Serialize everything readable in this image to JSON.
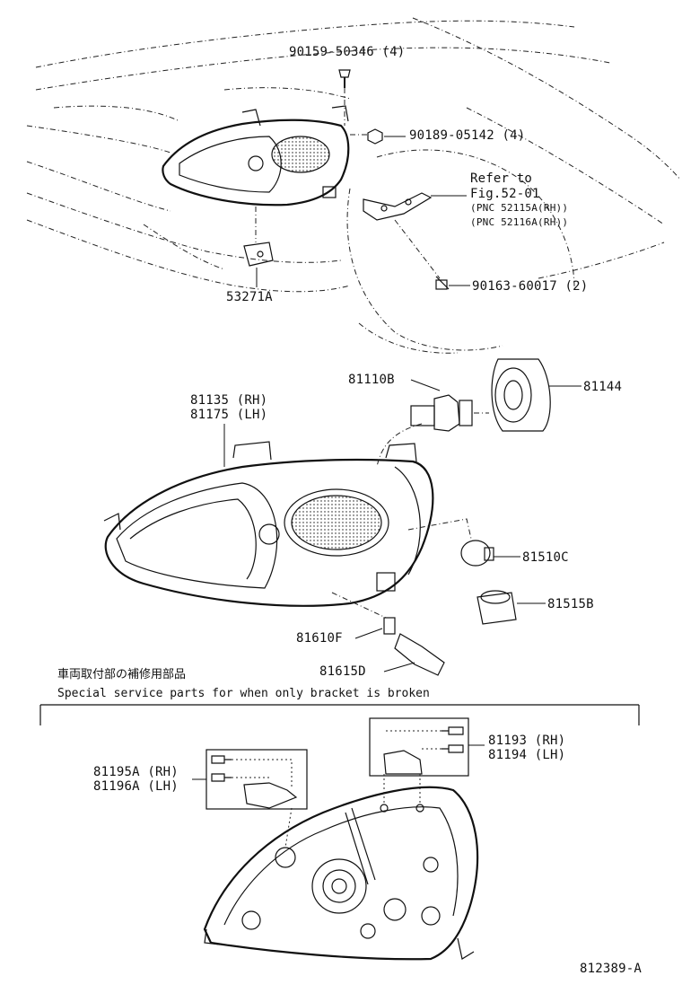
{
  "callouts": {
    "screw_top": "90159-50346 (4)",
    "nut": "90189-05142 (4)",
    "refer_1": "Refer to",
    "refer_2": "Fig.52-01",
    "pnc_1": "(PNC 52115A(RH))",
    "pnc_2": "(PNC 52116A(RH))",
    "screw_bracket": "90163-60017 (2)",
    "clip": "53271A",
    "bulb_h4": "81110B",
    "cover": "81144",
    "headlamp_rh": "81135 (RH)",
    "headlamp_lh": "81175 (LH)",
    "bulb_turn": "81510C",
    "socket_turn": "81515B",
    "bulb_park": "81610F",
    "socket_park": "81615D",
    "note_jp": "車両取付部の補修用部品",
    "note_en": "Special service parts for when only bracket is broken",
    "bracket_rh": "81193 (RH)",
    "bracket_lh": "81194 (LH)",
    "bracket2_rh": "81195A (RH)",
    "bracket2_lh": "81196A (LH)",
    "figure_id": "812389-A"
  },
  "colors": {
    "ink": "#111111",
    "background": "#ffffff"
  }
}
